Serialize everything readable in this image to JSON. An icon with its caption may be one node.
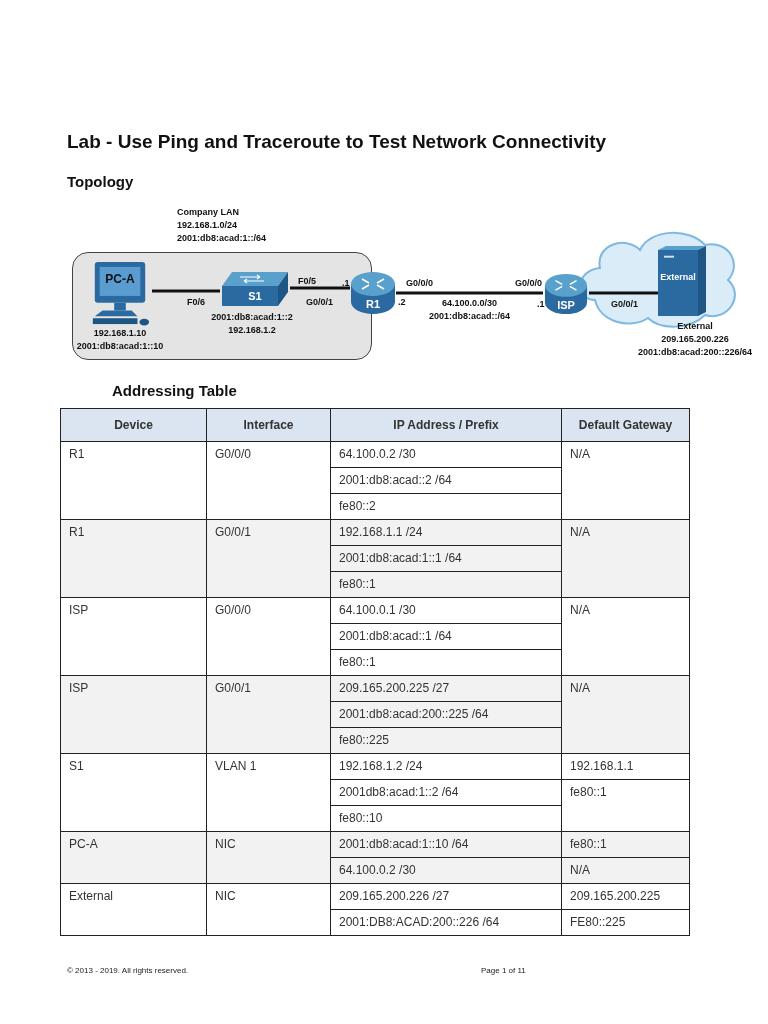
{
  "diagram": {
    "title": "Lab - Use Ping and Traceroute to Test Network Connectivity",
    "nodes": [
      {
        "text": [
          "Company LAN",
          "192.168.1.0/24",
          "2001:db8:acad:1::/64"
        ]
      },
      {
        "text": [
          "PC-A"
        ],
        "in": 0,
        "beside": [
          "192.168.1.10",
          "2001:db8:acad:1::10"
        ]
      },
      {
        "text": [
          "S1"
        ],
        "in": 0,
        "beside": [
          "2001:db8:acad:1::2",
          "192.168.1.2"
        ]
      },
      {
        "text": [
          "R1"
        ]
      },
      {
        "text": [
          "ISP"
        ]
      },
      {
        "text": [
          "External"
        ],
        "beside": [
          "External",
          "209.165.200.226",
          "2001:db8:acad:200::226/64"
        ]
      }
    ],
    "edges": [
      {
        "from": 1,
        "to": 2,
        "arrow": "none"
      },
      {
        "from": 2,
        "to": 3,
        "arrow": "none"
      },
      {
        "from": 3,
        "to": 4,
        "arrow": "none",
        "label": "64.100.0.0/30 2001:db8:acad::/64"
      },
      {
        "from": 4,
        "to": 5,
        "arrow": "none"
      }
    ],
    "labels": [
      "Topology",
      "F0/5",
      ".1",
      "G0/0/0",
      "G0/0/0",
      "F0/6",
      "G0/0/1",
      ".2",
      ".1",
      "G0/0/1",
      "Addressing Table",
      "Device",
      "Interface",
      "IP Address / Prefix",
      "Default Gateway",
      "R1",
      "G0/0/0",
      "64.100.0.2 /30",
      "N/A",
      "2001:db8:acad::2 /64",
      "fe80::2",
      "R1",
      "G0/0/1",
      "192.168.1.1 /24",
      "N/A",
      "2001:db8:acad:1::1 /64",
      "fe80::1",
      "ISP",
      "G0/0/0",
      "64.100.0.1 /30",
      "N/A",
      "2001:db8:acad::1 /64",
      "fe80::1",
      "ISP",
      "G0/0/1",
      "209.165.200.225 /27",
      "N/A",
      "2001:db8:acad:200::225 /64",
      "fe80::225",
      "S1",
      "VLAN 1",
      "192.168.1.2 /24",
      "192.168.1.1",
      "2001db8:acad:1::2 /64",
      "fe80::1",
      "fe80::10",
      "PC-A",
      "NIC",
      "2001:db8:acad:1::10 /64",
      "fe80::1",
      "64.100.0.2 /30",
      "N/A",
      "External",
      "NIC",
      "209.165.200.226 /27",
      "209.165.200.225",
      "2001:DB8:ACAD:200::226 /64",
      "FE80::225",
      "© 2013 - 2019. All rights reserved.",
      "Page 1 of 11"
    ]
  }
}
